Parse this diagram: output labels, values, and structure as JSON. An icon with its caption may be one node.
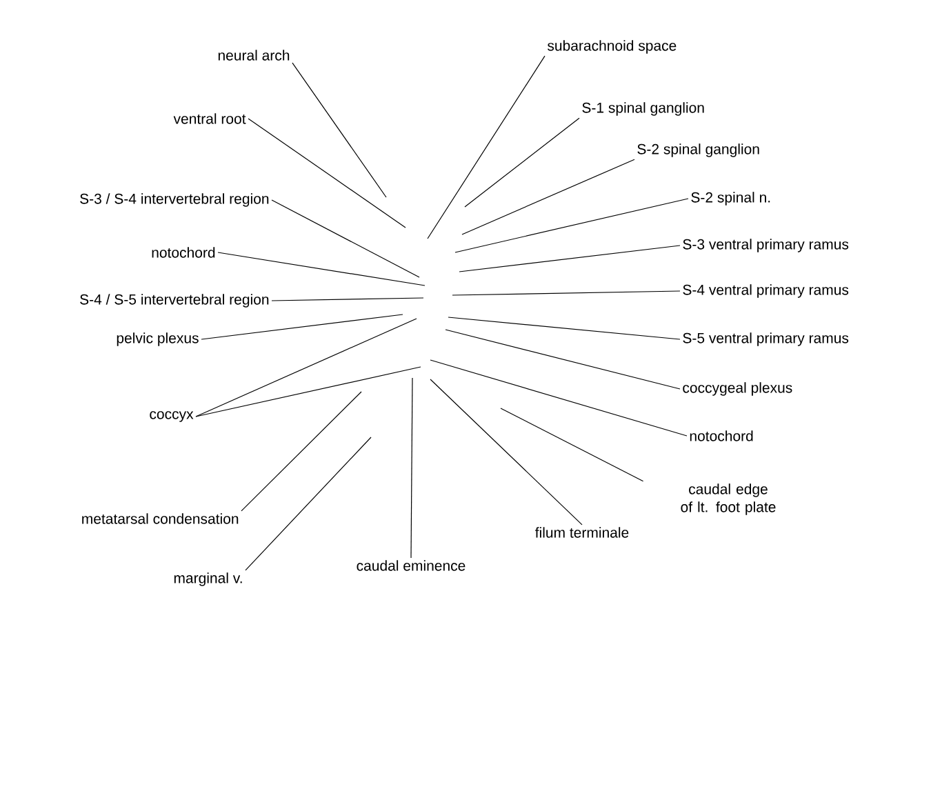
{
  "diagram": {
    "nodes": [
      {
        "text": [
          "neural arch"
        ]
      },
      {
        "text": [
          "subarachnoid space"
        ]
      },
      {
        "text": [
          "ventral root"
        ]
      },
      {
        "text": [
          "S-1 spinal ganglion"
        ]
      },
      {
        "text": [
          "S-2 spinal ganglion"
        ]
      },
      {
        "text": [
          "S-3 / S-4 intervertebral region"
        ]
      },
      {
        "text": [
          "S-2 spinal n."
        ]
      },
      {
        "text": [
          "S-3 ventral primary ramus"
        ]
      },
      {
        "text": [
          "notochord"
        ]
      },
      {
        "text": [
          "S-4 / S-5 intervertebral region"
        ]
      },
      {
        "text": [
          "S-4 ventral primary ramus"
        ]
      },
      {
        "text": [
          "pelvic plexus"
        ]
      },
      {
        "text": [
          "S-5 ventral primary ramus"
        ]
      },
      {
        "text": [
          "coccygeal plexus"
        ]
      },
      {
        "text": [
          "coccyx"
        ]
      },
      {
        "text": [
          "notochord"
        ]
      },
      {
        "text": [
          "caudal edge of lt. foot plate"
        ]
      },
      {
        "text": [
          "metatarsal condensation"
        ]
      },
      {
        "text": [
          "filum terminale"
        ]
      },
      {
        "text": [
          "caudal eminence"
        ]
      },
      {
        "text": [
          "marginal v."
        ]
      }
    ],
    "edges": [
      {
        "from": 0,
        "to": null,
        "arrow": "none"
      },
      {
        "from": 1,
        "to": null,
        "arrow": "none"
      },
      {
        "from": 2,
        "to": null,
        "arrow": "none"
      },
      {
        "from": 3,
        "to": null,
        "arrow": "none"
      },
      {
        "from": 4,
        "to": null,
        "arrow": "none"
      },
      {
        "from": 5,
        "to": null,
        "arrow": "none"
      },
      {
        "from": 6,
        "to": null,
        "arrow": "none"
      },
      {
        "from": 7,
        "to": null,
        "arrow": "none"
      },
      {
        "from": 8,
        "to": null,
        "arrow": "none"
      },
      {
        "from": 9,
        "to": null,
        "arrow": "none"
      },
      {
        "from": 10,
        "to": null,
        "arrow": "none"
      },
      {
        "from": 11,
        "to": null,
        "arrow": "none"
      },
      {
        "from": 12,
        "to": null,
        "arrow": "none"
      },
      {
        "from": 13,
        "to": null,
        "arrow": "none"
      },
      {
        "from": 14,
        "to": null,
        "arrow": "none"
      },
      {
        "from": 14,
        "to": null,
        "arrow": "none"
      },
      {
        "from": 15,
        "to": null,
        "arrow": "none"
      },
      {
        "from": 16,
        "to": null,
        "arrow": "none"
      },
      {
        "from": 17,
        "to": null,
        "arrow": "none"
      },
      {
        "from": 18,
        "to": null,
        "arrow": "none"
      },
      {
        "from": 19,
        "to": null,
        "arrow": "none"
      },
      {
        "from": 20,
        "to": null,
        "arrow": "none"
      }
    ]
  }
}
